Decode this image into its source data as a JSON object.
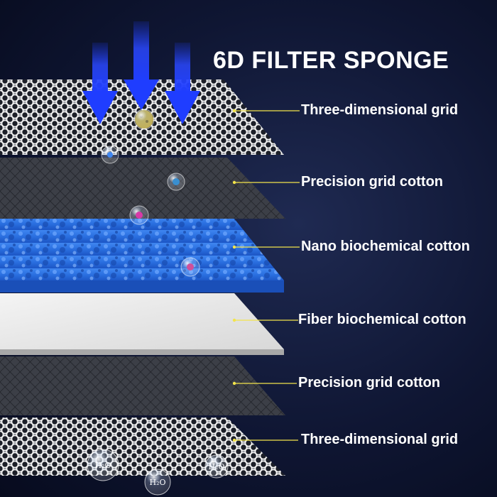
{
  "title": "6D FILTER SPONGE",
  "layers": [
    {
      "label": "Three-dimensional grid",
      "type": "honeycomb"
    },
    {
      "label": "Precision grid cotton",
      "type": "dark-grid"
    },
    {
      "label": "Nano biochemical cotton",
      "type": "blue-foam"
    },
    {
      "label": "Fiber biochemical cotton",
      "type": "white-fiber"
    },
    {
      "label": "Precision grid cotton",
      "type": "dark-grid"
    },
    {
      "label": "Three-dimensional grid",
      "type": "honeycomb"
    }
  ],
  "bubbles": {
    "h2o_labels": [
      "H₂O",
      "H₂O",
      "H₂O"
    ]
  },
  "colors": {
    "arrow": "#1f3dff",
    "leader_line": "#f2e44b",
    "text": "#ffffff",
    "foam": "#2a6fe0"
  },
  "icons": [
    "down-arrow-icon",
    "water-bubble-icon",
    "particle-icon"
  ]
}
